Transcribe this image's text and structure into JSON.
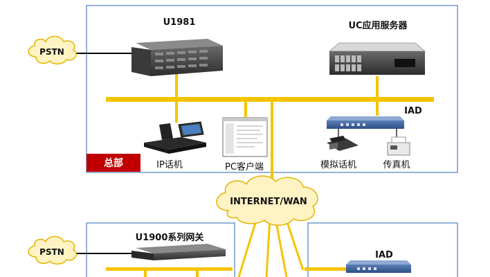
{
  "colors": {
    "frame": "#4a7fc1",
    "bus": "#f5c400",
    "hq_tag": "#c00000",
    "cloud": "#fff3c4",
    "cloud_stroke": "#e3b400"
  },
  "pstn_top": "PSTN",
  "pstn_bottom": "PSTN",
  "u1981_label": "U1981",
  "uc_server_label": "UC应用服务器",
  "iad_top_label": "IAD",
  "hq_tag": "总部",
  "ip_phone_label": "IP话机",
  "pc_client_label": "PC客户端",
  "analog_phone_label": "模拟话机",
  "fax_label": "传真机",
  "internet_label": "INTERNET/WAN",
  "u1900_label": "U1900系列网关",
  "iad_bottom_label": "IAD",
  "icons": [
    "cloud-icon",
    "gateway-device-icon",
    "server-icon",
    "ip-phone-icon",
    "pc-screen-icon",
    "iad-device-icon",
    "analog-phone-icon",
    "fax-icon"
  ]
}
